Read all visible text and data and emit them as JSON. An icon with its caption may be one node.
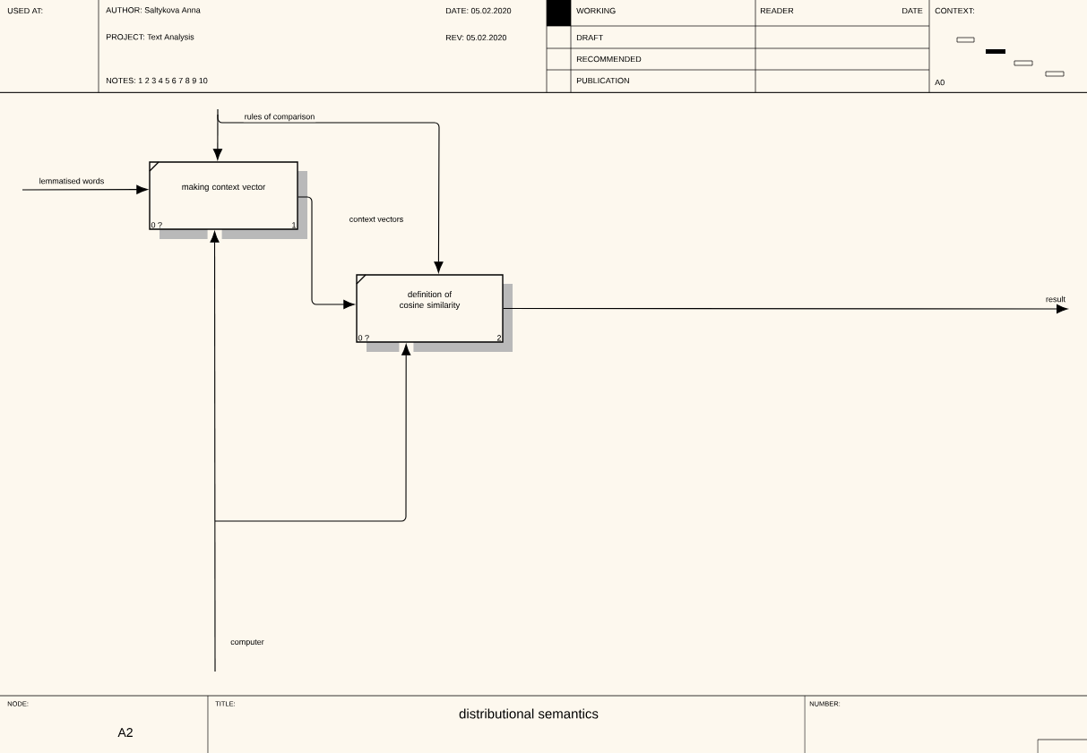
{
  "diagram": {
    "title": "distributional semantics",
    "nodes": [
      {
        "text": [
          "making context vector",
          "0 ?",
          "1"
        ]
      },
      {
        "text": [
          "definition of cosine similarity",
          "0 ?",
          "2"
        ]
      }
    ],
    "edges": [
      {
        "from": null,
        "to": 0,
        "arrow": "to",
        "label": "lemmatised words"
      },
      {
        "from": null,
        "to": 0,
        "arrow": "to"
      },
      {
        "from": null,
        "to": 1,
        "arrow": "to",
        "label": "rules of comparison"
      },
      {
        "from": 0,
        "to": 1,
        "arrow": "to",
        "label": "context vectors"
      },
      {
        "from": 1,
        "to": null,
        "arrow": "to",
        "label": "result"
      },
      {
        "from": null,
        "to": 0,
        "arrow": "to",
        "label": "computer"
      },
      {
        "from": null,
        "to": 1,
        "arrow": "to"
      }
    ],
    "labels": [
      "USED AT:",
      "AUTHOR: Saltykova Anna",
      "PROJECT: Text Analysis",
      "NOTES: 1 2 3 4 5 6 7 8 9 10",
      "DATE: 05.02.2020",
      "REV: 05.02.2020",
      "WORKING",
      "DRAFT",
      "RECOMMENDED",
      "PUBLICATION",
      "READER",
      "DATE",
      "CONTEXT:",
      "A0",
      "NODE:",
      "A2",
      "TITLE:",
      "NUMBER:"
    ]
  }
}
